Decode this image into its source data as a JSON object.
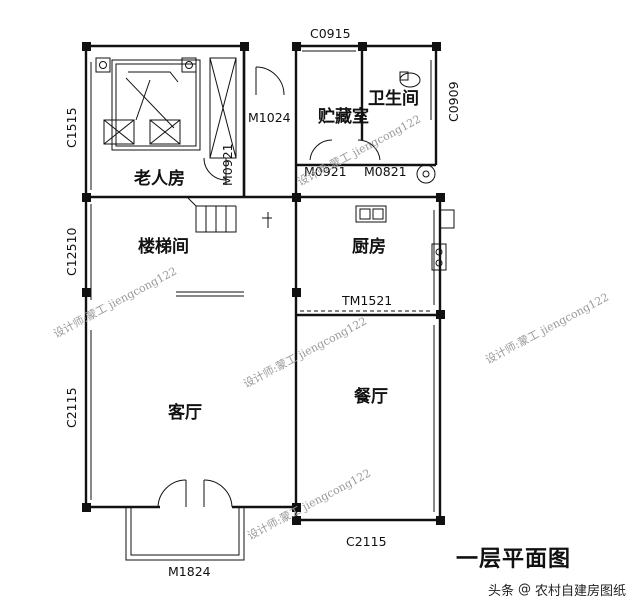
{
  "title": "一层平面图",
  "rooms": {
    "elderly_room": "老人房",
    "storage": "贮藏室",
    "bathroom": "卫生间",
    "stairs": "楼梯间",
    "kitchen": "厨房",
    "living_room": "客厅",
    "dining_room": "餐厅"
  },
  "codes": {
    "c0915": "C0915",
    "c0909": "C0909",
    "c1515": "C1515",
    "m1024": "M1024",
    "m0921_a": "M0921",
    "m0821": "M0821",
    "m0921_b": "M0921",
    "c1251": "C12510",
    "tm1521": "TM1521",
    "c2115_left": "C2115",
    "c2115_bottom": "C2115",
    "m1824": "M1824"
  },
  "watermarks": {
    "designer": "设计师:蒙工 jiengcong122"
  },
  "footer": {
    "prefix": "头条",
    "at": "@",
    "account": "农村自建房图纸"
  }
}
